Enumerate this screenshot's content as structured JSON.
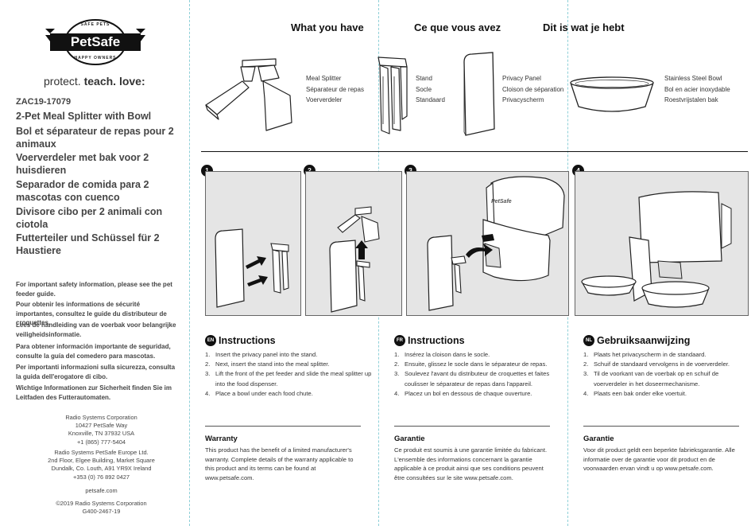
{
  "brand": {
    "logo_main": "PetSafe",
    "logo_arc_top": "SAFE PETS",
    "logo_arc_bottom": "HAPPY OWNERS",
    "tagline_protect": "protect.",
    "tagline_teach": "teach.",
    "tagline_love": "love:"
  },
  "product": {
    "model": "ZAC19-17079",
    "titles": [
      "2-Pet Meal Splitter with Bowl",
      "Bol et séparateur de repas pour 2 animaux",
      "Voerverdeler met bak voor 2 huisdieren",
      "Separador de comida para 2 mascotas con cuenco",
      "Divisore cibo per 2 animali con ciotola",
      "Futterteiler und Schüssel für 2 Haustiere"
    ]
  },
  "safety": [
    "For important safety information, please see the pet feeder guide.",
    "Pour obtenir les informations de sécurité importantes, consultez le guide du distributeur de croquettes.",
    "Lees de handleiding van de voerbak voor belangrijke veiligheidsinformatie.",
    "Para obtener información importante de seguridad, consulte la guía del comedero para mascotas.",
    "Per importanti informazioni sulla sicurezza, consulta la guida dell'erogatore di cibo.",
    "Wichtige Informationen zur Sicherheit finden Sie im Leitfaden des Futterautomaten."
  ],
  "addresses": {
    "us": [
      "Radio Systems Corporation",
      "10427 PetSafe Way",
      "Knoxville, TN 37932 USA",
      "+1 (865) 777-5404"
    ],
    "eu": [
      "Radio Systems PetSafe Europe Ltd.",
      "2nd Floor, Elgee Building, Market Square",
      "Dundalk, Co. Louth, A91 YR9X Ireland",
      "+353 (0) 76 892 0427"
    ],
    "web": "petsafe.com",
    "copyright": "©2019 Radio Systems Corporation",
    "code": "G400-2467-19"
  },
  "what_you_have": {
    "headings": [
      "What you have",
      "Ce que vous avez",
      "Dit is wat je hebt"
    ],
    "parts": [
      {
        "icon": "meal-splitter",
        "labels": [
          "Meal Splitter",
          "Séparateur de repas",
          "Voerverdeler"
        ]
      },
      {
        "icon": "stand",
        "labels": [
          "Stand",
          "Socle",
          "Standaard"
        ]
      },
      {
        "icon": "privacy-panel",
        "labels": [
          "Privacy Panel",
          "Cloison de séparation",
          "Privacyscherm"
        ]
      },
      {
        "icon": "steel-bowl",
        "labels": [
          "Stainless Steel Bowl",
          "Bol en acier inoxydable",
          "Roestvrijstalen bak"
        ]
      }
    ]
  },
  "steps": {
    "numbers": [
      "1",
      "2",
      "3",
      "4"
    ],
    "device_brand": "PetSafe"
  },
  "instructions": [
    {
      "lang": "EN",
      "title": "Instructions",
      "items": [
        "Insert the privacy panel into the stand.",
        "Next, insert the stand into the meal splitter.",
        "Lift the front of the pet feeder and slide the meal splitter up into the food dispenser.",
        "Place a bowl under each food chute."
      ],
      "warranty_title": "Warranty",
      "warranty_text": "This product has the benefit of a limited manufacturer's warranty. Complete details of the warranty applicable to this product and its terms can be found at www.petsafe.com."
    },
    {
      "lang": "FR",
      "title": "Instructions",
      "items": [
        "Insérez la cloison dans le socle.",
        "Ensuite, glissez le socle dans le séparateur de repas.",
        "Soulevez l'avant du distributeur de croquettes et faites coulisser le séparateur de repas dans l'appareil.",
        "Placez un bol en dessous de chaque ouverture."
      ],
      "warranty_title": "Garantie",
      "warranty_text": "Ce produit est soumis à une garantie limitée du fabricant. L'ensemble des informations concernant la garantie applicable à ce produit ainsi que ses conditions peuvent être consultées sur le site www.petsafe.com."
    },
    {
      "lang": "NL",
      "title": "Gebruiksaanwijzing",
      "items": [
        "Plaats het privacyscherm in de standaard.",
        "Schuif de standaard vervolgens in de voerverdeler.",
        "Til de voorkant van de voerbak op en schuif de voerverdeler in het doseermechanisme.",
        "Plaats een bak onder elke voertuit."
      ],
      "warranty_title": "Garantie",
      "warranty_text": "Voor dit product geldt een beperkte fabrieksgarantie. Alle informatie over de garantie voor dit product en de voorwaarden ervan vindt u op www.petsafe.com."
    }
  ],
  "colors": {
    "ink": "#111111",
    "text": "#444444",
    "panel": "#e5e5e5",
    "fold_line": "#8fd0d8"
  }
}
